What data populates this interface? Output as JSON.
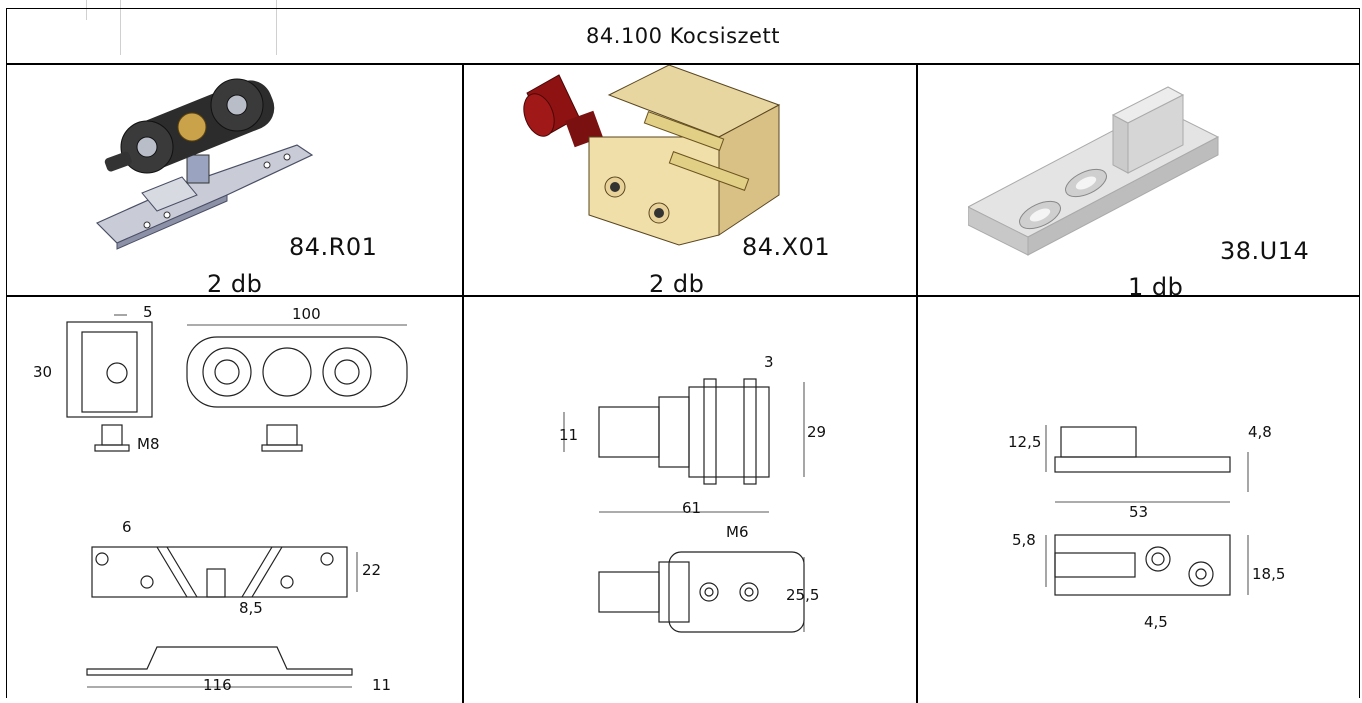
{
  "title": "84.100 Kocsiszett",
  "parts": [
    {
      "code": "84.R01",
      "qty": "2 db",
      "icon": "carriage-roller-icon"
    },
    {
      "code": "84.X01",
      "qty": "2 db",
      "icon": "bracket-bolt-icon"
    },
    {
      "code": "38.U14",
      "qty": "1 db",
      "icon": "floor-guide-icon"
    }
  ],
  "drawings": {
    "r01": {
      "d1": "5",
      "d2": "100",
      "d3": "30",
      "d4": "M8",
      "d5": "6",
      "d6": "22",
      "d7": "8,5",
      "d8": "116",
      "d9": "11"
    },
    "x01": {
      "d1": "3",
      "d2": "11",
      "d3": "29",
      "d4": "61",
      "d5": "M6",
      "d6": "25,5"
    },
    "u14": {
      "d1": "12,5",
      "d2": "4,8",
      "d3": "53",
      "d4": "5,8",
      "d5": "18,5",
      "d6": "4,5"
    }
  }
}
